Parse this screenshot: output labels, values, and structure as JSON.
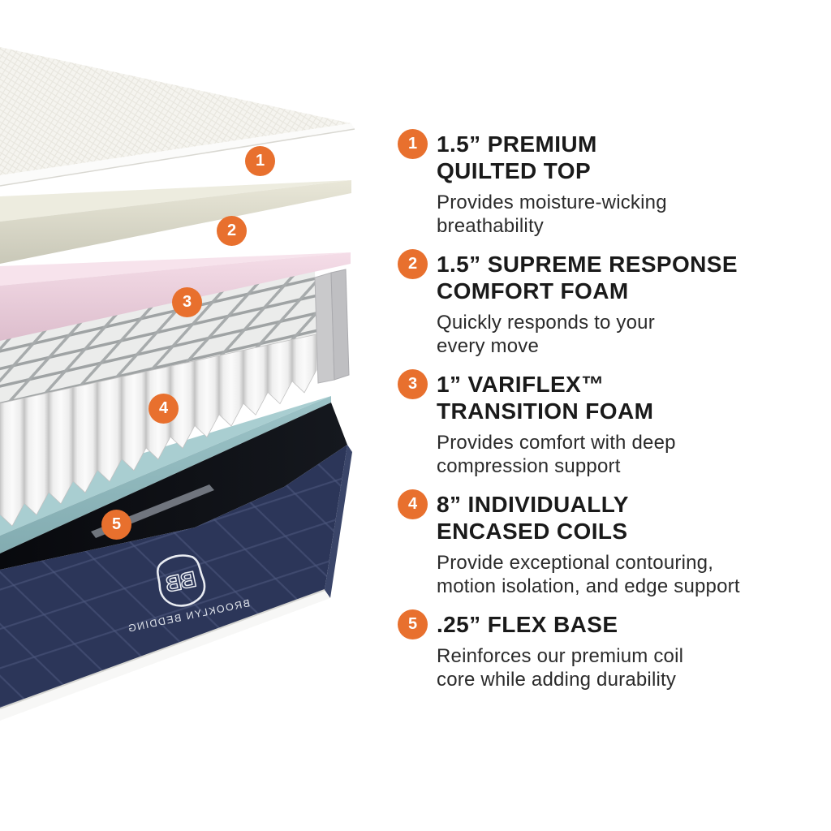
{
  "brand": {
    "logo_initials": "BB",
    "logo_name": "BROOKLYN BEDDING"
  },
  "colors": {
    "accent_orange": "#E8702E",
    "navy_base": "#2C3659",
    "teal_flex_base": "#9DC4C8",
    "pink_foam": "#F3D7E3",
    "cream_foam": "#E7E5D6",
    "coil_white": "#FAFAFA"
  },
  "features": [
    {
      "num": "1",
      "title": [
        "1.5” PREMIUM",
        "QUILTED TOP"
      ],
      "desc": [
        "Provides moisture-wicking",
        "breathability"
      ]
    },
    {
      "num": "2",
      "title": [
        "1.5” SUPREME RESPONSE",
        "COMFORT FOAM"
      ],
      "desc": [
        "Quickly responds to your",
        "every move"
      ]
    },
    {
      "num": "3",
      "title": [
        "1” VARIFLEX™",
        "TRANSITION FOAM"
      ],
      "desc": [
        "Provides comfort with deep",
        "compression support"
      ]
    },
    {
      "num": "4",
      "title": [
        "8” INDIVIDUALLY",
        "ENCASED COILS"
      ],
      "desc": [
        "Provide exceptional contouring,",
        "motion isolation, and edge support"
      ]
    },
    {
      "num": "5",
      "title": [
        ".25” FLEX BASE"
      ],
      "desc": [
        "Reinforces our premium coil",
        "core while adding durability"
      ]
    }
  ]
}
